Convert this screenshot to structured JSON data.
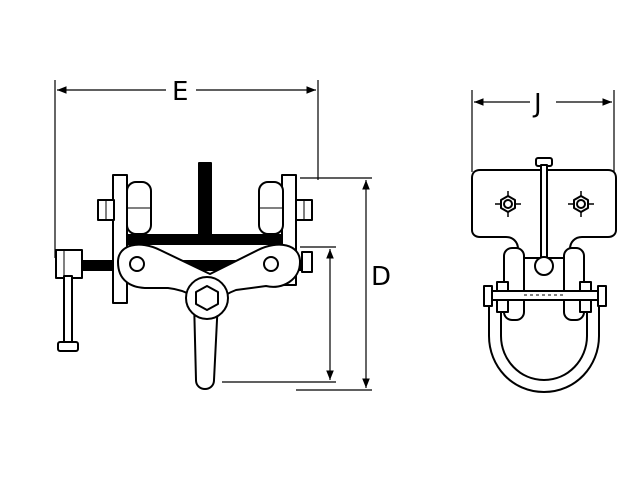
{
  "drawing": {
    "labels": {
      "E": "E",
      "D": "D",
      "J": "J"
    },
    "colors": {
      "line": "#000000",
      "fill": "#ffffff",
      "shade": "#e8e8e8"
    }
  }
}
